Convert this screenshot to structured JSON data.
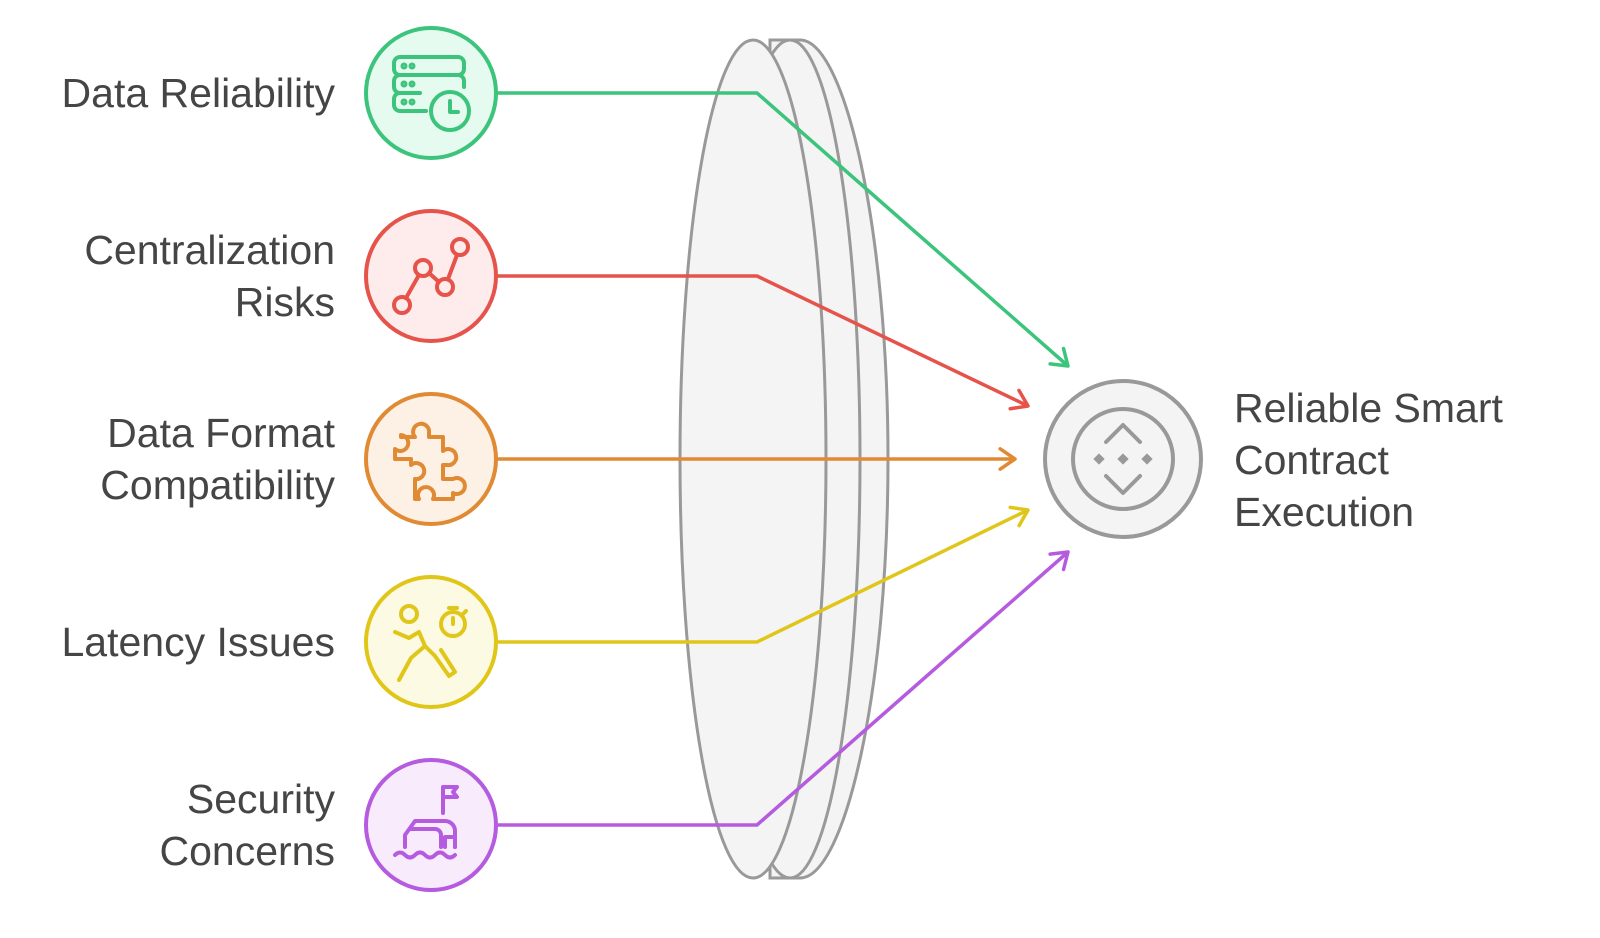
{
  "inputs": [
    {
      "lines": [
        "Data Reliability"
      ],
      "icon": "server-clock-icon",
      "color": "#3cc47c",
      "fill": "#e6fbef"
    },
    {
      "lines": [
        "Centralization",
        "Risks"
      ],
      "icon": "line-chart-icon",
      "color": "#e5534b",
      "fill": "#fdeceb"
    },
    {
      "lines": [
        "Data Format",
        "Compatibility"
      ],
      "icon": "puzzle-icon",
      "color": "#e08a34",
      "fill": "#fdf1e6"
    },
    {
      "lines": [
        "Latency Issues"
      ],
      "icon": "running-stopwatch-icon",
      "color": "#e0c619",
      "fill": "#fdfae3"
    },
    {
      "lines": [
        "Security",
        "Concerns"
      ],
      "icon": "flag-base-icon",
      "color": "#b55be0",
      "fill": "#f7ebfc"
    }
  ],
  "output": {
    "lines": [
      "Reliable Smart",
      "Contract",
      "Execution"
    ],
    "icon": "diamond-dots-icon",
    "color": "#999999",
    "fill": "#f4f4f4"
  },
  "lens": {
    "color": "#999999",
    "fill": "#f4f4f4"
  }
}
